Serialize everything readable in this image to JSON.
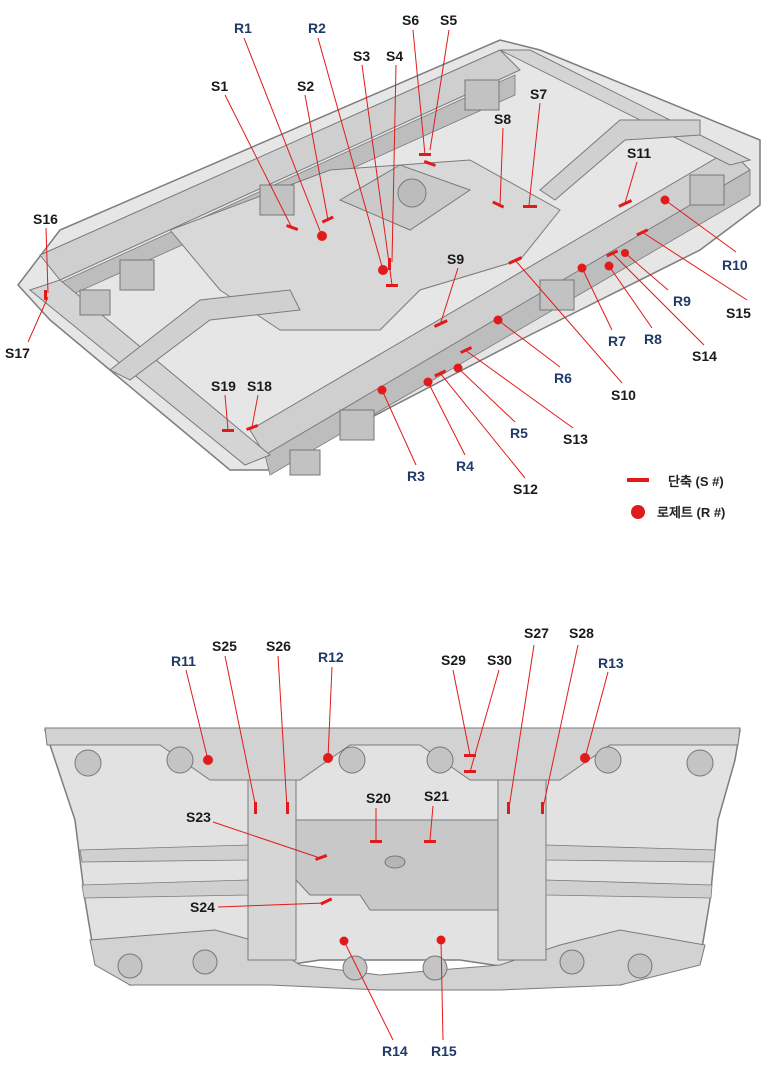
{
  "colors": {
    "marker": "#e11b1b",
    "leader": "#e11b1b",
    "label_strain_gauge": "#1a1a1a",
    "label_rosette": "#1f3a68",
    "frame_fill": "#dcdcdc",
    "frame_stroke": "#8a8a8a"
  },
  "legend": {
    "gauge_label": "단축 (S #)",
    "rosette_label": "로제트 (R #)"
  },
  "top_view": {
    "labels": {
      "R1": "R1",
      "R2": "R2",
      "R3": "R3",
      "R4": "R4",
      "R5": "R5",
      "R6": "R6",
      "R7": "R7",
      "R8": "R8",
      "R9": "R9",
      "R10": "R10",
      "S1": "S1",
      "S2": "S2",
      "S3": "S3",
      "S4": "S4",
      "S5": "S5",
      "S6": "S6",
      "S7": "S7",
      "S8": "S8",
      "S9": "S9",
      "S10": "S10",
      "S11": "S11",
      "S12": "S12",
      "S13": "S13",
      "S14": "S14",
      "S15": "S15",
      "S16": "S16",
      "S17": "S17",
      "S18": "S18",
      "S19": "S19"
    }
  },
  "bottom_view": {
    "labels": {
      "R11": "R11",
      "R12": "R12",
      "R13": "R13",
      "R14": "R14",
      "R15": "R15",
      "S20": "S20",
      "S21": "S21",
      "S23": "S23",
      "S24": "S24",
      "S25": "S25",
      "S26": "S26",
      "S27": "S27",
      "S28": "S28",
      "S29": "S29",
      "S30": "S30"
    }
  }
}
